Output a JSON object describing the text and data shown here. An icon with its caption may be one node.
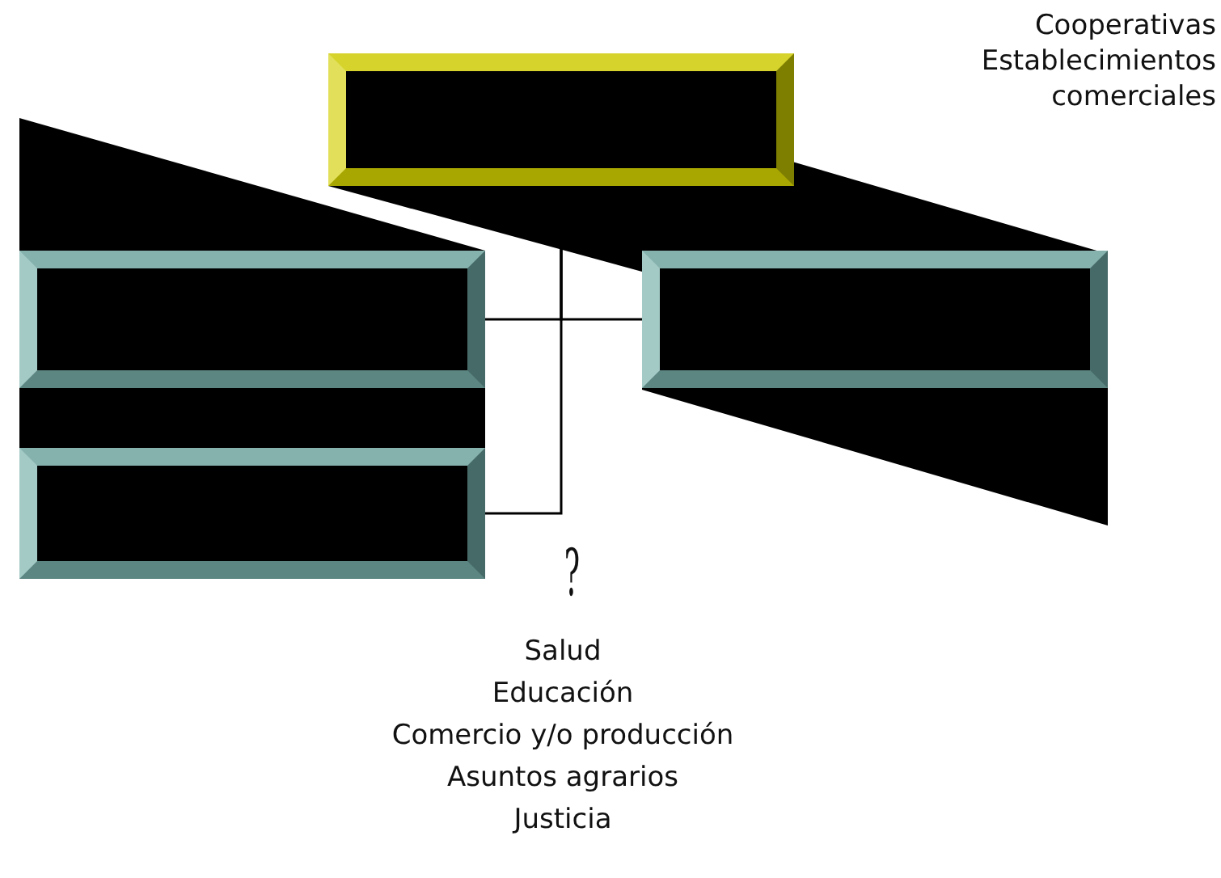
{
  "diagram": {
    "nodes": [
      {
        "text": [],
        "shape": "box"
      },
      {
        "text": [],
        "shape": "box"
      },
      {
        "text": [],
        "shape": "box"
      },
      {
        "text": [],
        "shape": "box"
      }
    ],
    "edges": [
      {
        "from": 0,
        "to": 1,
        "arrow": "none"
      },
      {
        "from": 0,
        "to": 2,
        "arrow": "none"
      },
      {
        "from": 0,
        "to": 3,
        "arrow": "none"
      }
    ],
    "labels": [
      "Cooperativas",
      "Establecimientos comerciales",
      "?",
      "Salud",
      "Educación",
      "Comercio y/o producción",
      "Asuntos agrarios",
      "Justicia"
    ]
  }
}
